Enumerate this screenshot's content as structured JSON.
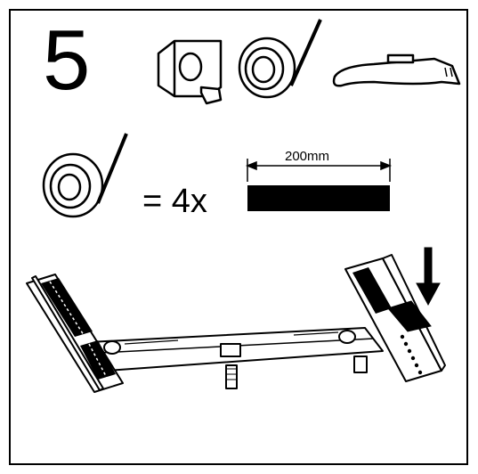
{
  "step": {
    "number": "5"
  },
  "tape_quantity": {
    "label": "= 4x"
  },
  "tape_strip": {
    "length_label": "200mm"
  },
  "tools": [
    "tape-measure-icon",
    "adhesive-tape-roll-icon",
    "utility-knife-icon"
  ]
}
